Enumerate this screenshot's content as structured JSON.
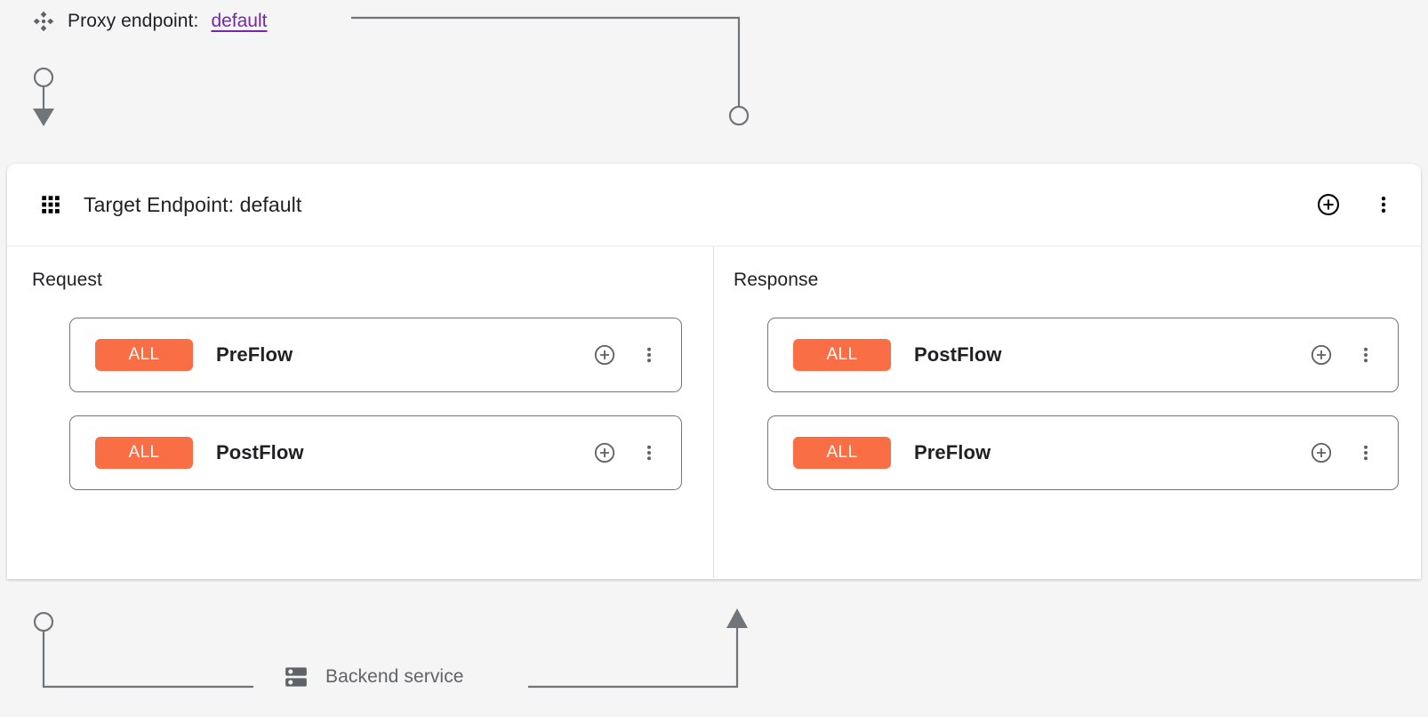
{
  "proxy": {
    "icon": "proxy-diamond-icon",
    "label": "Proxy endpoint:",
    "link_text": "default",
    "link_color": "#7627a8"
  },
  "target_panel": {
    "icon": "apps-grid-icon",
    "title": "Target Endpoint: default",
    "add_icon": "plus-circle-icon",
    "more_icon": "more-vert-icon",
    "columns": [
      {
        "title": "Request",
        "flows": [
          {
            "badge": "ALL",
            "name": "PreFlow",
            "add_icon": "plus-circle-icon",
            "more_icon": "more-vert-icon"
          },
          {
            "badge": "ALL",
            "name": "PostFlow",
            "add_icon": "plus-circle-icon",
            "more_icon": "more-vert-icon"
          }
        ]
      },
      {
        "title": "Response",
        "flows": [
          {
            "badge": "ALL",
            "name": "PostFlow",
            "add_icon": "plus-circle-icon",
            "more_icon": "more-vert-icon"
          },
          {
            "badge": "ALL",
            "name": "PreFlow",
            "add_icon": "plus-circle-icon",
            "more_icon": "more-vert-icon"
          }
        ]
      }
    ]
  },
  "backend": {
    "icon": "server-rack-icon",
    "label": "Backend service"
  },
  "colors": {
    "badge_orange": "#fa6e45",
    "connector_gray": "#70757a",
    "panel_background": "#ffffff",
    "page_background": "#f5f5f5",
    "text_primary": "#202124",
    "text_secondary": "#5f6368"
  }
}
